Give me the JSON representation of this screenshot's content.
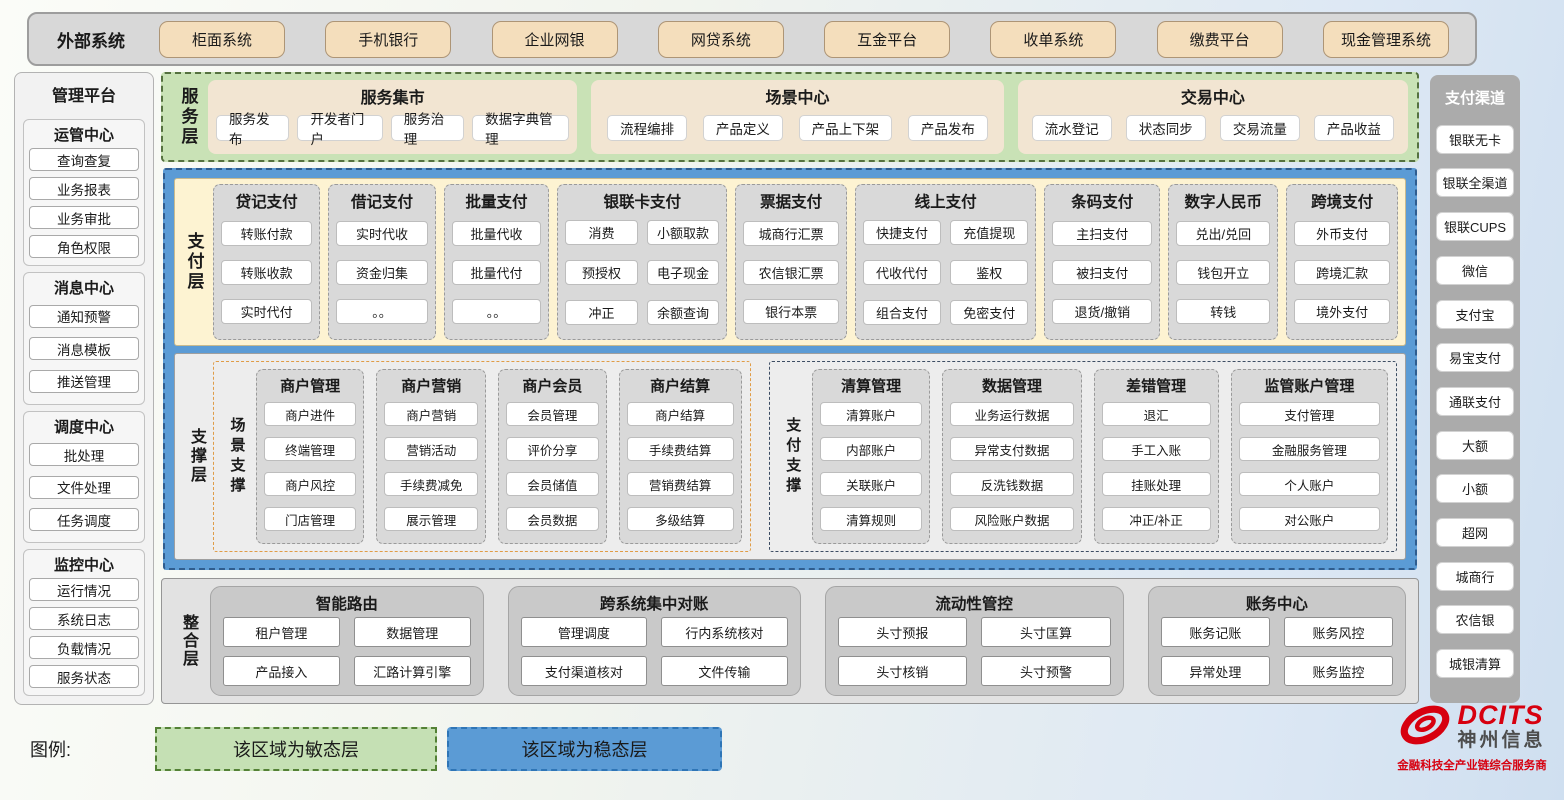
{
  "external_systems": {
    "label": "外部系统",
    "items": [
      "柜面系统",
      "手机银行",
      "企业网银",
      "网贷系统",
      "互金平台",
      "收单系统",
      "缴费平台",
      "现金管理系统"
    ]
  },
  "management_platform": {
    "title": "管理平台",
    "sections": [
      {
        "title": "运管中心",
        "items": [
          "查询查复",
          "业务报表",
          "业务审批",
          "角色权限"
        ]
      },
      {
        "title": "消息中心",
        "items": [
          "通知预警",
          "消息模板",
          "推送管理"
        ]
      },
      {
        "title": "调度中心",
        "items": [
          "批处理",
          "文件处理",
          "任务调度"
        ]
      },
      {
        "title": "监控中心",
        "items": [
          "运行情况",
          "系统日志",
          "负载情况",
          "服务状态"
        ]
      }
    ]
  },
  "service_layer": {
    "label": "服务层",
    "groups": [
      {
        "title": "服务集市",
        "items": [
          "服务发布",
          "开发者门户",
          "服务治理",
          "数据字典管理"
        ]
      },
      {
        "title": "场景中心",
        "items": [
          "流程编排",
          "产品定义",
          "产品上下架",
          "产品发布"
        ]
      },
      {
        "title": "交易中心",
        "items": [
          "流水登记",
          "状态同步",
          "交易流量",
          "产品收益"
        ]
      }
    ]
  },
  "payment_layer": {
    "label": "支付层",
    "columns": [
      {
        "title": "贷记支付",
        "items": [
          "转账付款",
          "转账收款",
          "实时代付"
        ]
      },
      {
        "title": "借记支付",
        "items": [
          "实时代收",
          "资金归集",
          "。。"
        ]
      },
      {
        "title": "批量支付",
        "items": [
          "批量代收",
          "批量代付",
          "。。"
        ]
      },
      {
        "title": "银联卡支付",
        "items": [
          "消费",
          "小额取款",
          "预授权",
          "电子现金",
          "冲正",
          "余额查询"
        ]
      },
      {
        "title": "票据支付",
        "items": [
          "城商行汇票",
          "农信银汇票",
          "银行本票"
        ]
      },
      {
        "title": "线上支付",
        "items": [
          "快捷支付",
          "充值提现",
          "代收代付",
          "鉴权",
          "组合支付",
          "免密支付"
        ]
      },
      {
        "title": "条码支付",
        "items": [
          "主扫支付",
          "被扫支付",
          "退货/撤销"
        ]
      },
      {
        "title": "数字人民币",
        "items": [
          "兑出/兑回",
          "钱包开立",
          "转钱"
        ]
      },
      {
        "title": "跨境支付",
        "items": [
          "外币支付",
          "跨境汇款",
          "境外支付"
        ]
      }
    ]
  },
  "support_layer": {
    "label": "支撑层",
    "groups": [
      {
        "label": "场景支撑",
        "columns": [
          {
            "title": "商户管理",
            "items": [
              "商户进件",
              "终端管理",
              "商户风控",
              "门店管理"
            ]
          },
          {
            "title": "商户营销",
            "items": [
              "商户营销",
              "营销活动",
              "手续费减免",
              "展示管理"
            ]
          },
          {
            "title": "商户会员",
            "items": [
              "会员管理",
              "评价分享",
              "会员储值",
              "会员数据"
            ]
          },
          {
            "title": "商户结算",
            "items": [
              "商户结算",
              "手续费结算",
              "营销费结算",
              "多级结算"
            ]
          }
        ]
      },
      {
        "label": "支付支撑",
        "columns": [
          {
            "title": "清算管理",
            "items": [
              "清算账户",
              "内部账户",
              "关联账户",
              "清算规则"
            ]
          },
          {
            "title": "数据管理",
            "items": [
              "业务运行数据",
              "异常支付数据",
              "反洗钱数据",
              "风险账户数据"
            ]
          },
          {
            "title": "差错管理",
            "items": [
              "退汇",
              "手工入账",
              "挂账处理",
              "冲正/补正"
            ]
          },
          {
            "title": "监管账户管理",
            "items": [
              "支付管理",
              "金融服务管理",
              "个人账户",
              "对公账户"
            ]
          }
        ]
      }
    ]
  },
  "integration_layer": {
    "label": "整合层",
    "groups": [
      {
        "title": "智能路由",
        "items": [
          "租户管理",
          "数据管理",
          "产品接入",
          "汇路计算引擎"
        ]
      },
      {
        "title": "跨系统集中对账",
        "items": [
          "管理调度",
          "行内系统核对",
          "支付渠道核对",
          "文件传输"
        ]
      },
      {
        "title": "流动性管控",
        "items": [
          "头寸预报",
          "头寸匡算",
          "头寸核销",
          "头寸预警"
        ]
      },
      {
        "title": "账务中心",
        "items": [
          "账务记账",
          "账务风控",
          "异常处理",
          "账务监控"
        ]
      }
    ]
  },
  "payment_channels": {
    "title": "支付渠道",
    "items": [
      "银联无卡",
      "银联全渠道",
      "银联CUPS",
      "微信",
      "支付宝",
      "易宝支付",
      "通联支付",
      "大额",
      "小额",
      "超网",
      "城商行",
      "农信银",
      "城银清算"
    ]
  },
  "legend": {
    "label": "图例:",
    "agile_label": "该区域为敏态层",
    "stable_label": "该区域为稳态层"
  },
  "logo": {
    "brand": "DCITS",
    "company": "神州信息",
    "tagline": "金融科技全产业链综合服务商"
  },
  "colors": {
    "agile_green": "#c5e0b4",
    "stable_blue": "#5b9bd5",
    "payment_cream": "#fdf3d2",
    "panel_tan": "#f2e5d2",
    "module_gray": "#d9d9d9",
    "brand_red": "#d7000f"
  }
}
